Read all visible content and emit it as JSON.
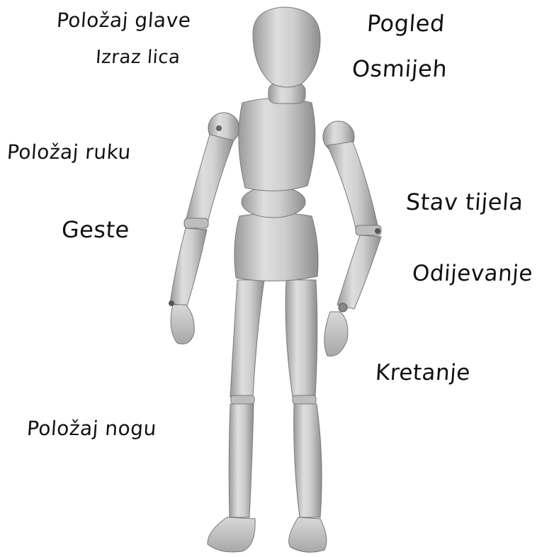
{
  "labels": {
    "head_position": "Položaj glave",
    "facial_expression": "Izraz lica",
    "gaze": "Pogled",
    "smile": "Osmijeh",
    "arm_position": "Položaj ruku",
    "gestures": "Geste",
    "posture": "Stav tijela",
    "clothing": "Odijevanje",
    "movement": "Kretanje",
    "leg_position": "Položaj nogu"
  },
  "colors": {
    "wood_light": "#e0e0e0",
    "wood_mid": "#c4c4c4",
    "wood_dark": "#8f8f8f",
    "text": "#111111"
  }
}
